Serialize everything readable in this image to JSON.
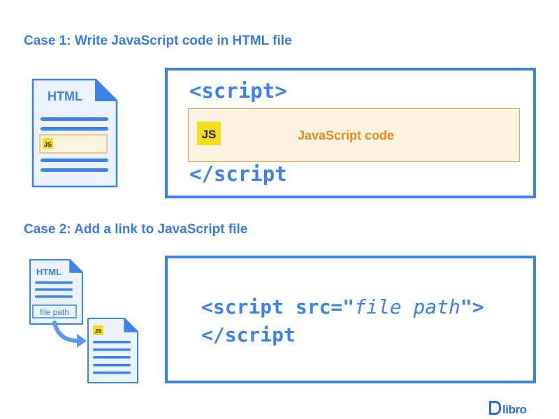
{
  "case1": {
    "title": "Case 1: Write JavaScript code in HTML file",
    "doc_label": "HTML",
    "js_badge": "JS",
    "open_tag": "<script>",
    "js_code_label": "JavaScript code",
    "close_tag": "</script"
  },
  "case2": {
    "title": "Case 2: Add a link to JavaScript file",
    "doc_label": "HTML",
    "file_path_label": "file path",
    "js_badge": "JS",
    "code_prefix": "<script src=\"",
    "code_value": "file path",
    "code_suffix": "\">",
    "close_tag": "</script"
  },
  "logo": {
    "text": "libro"
  },
  "colors": {
    "primary_blue": "#3d82e8",
    "heading_blue": "#3a7be0",
    "doc_fill": "#eaf3ff",
    "js_yellow": "#f5dc1f",
    "code_orange": "#f08a1e",
    "code_bg": "#fdf3e0"
  },
  "icons": [
    "html-document-icon",
    "js-document-icon",
    "arrow-icon",
    "dlibro-logo-icon"
  ]
}
